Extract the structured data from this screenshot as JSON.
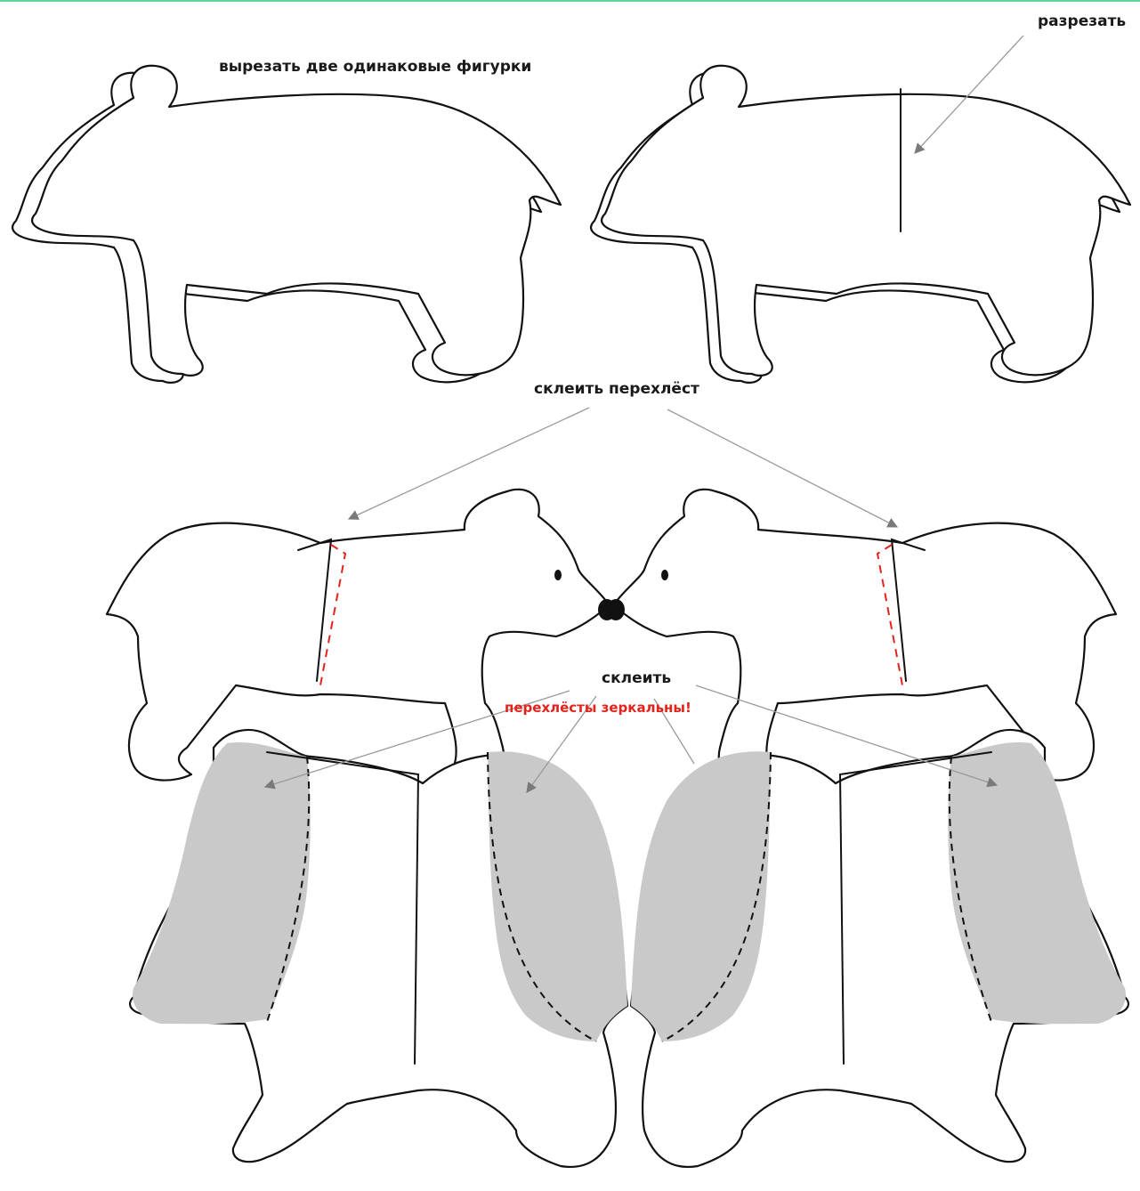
{
  "labels": {
    "cut_two": "вырезать две одинаковые фигурки",
    "cut": "разрезать",
    "glue_overlap": "склеить перехлёст",
    "mirror_note": "перехлёсты зеркальны!",
    "glue": "склеить"
  },
  "colors": {
    "accent_rule": "#5fd39a",
    "warning_text": "#e3231b",
    "dashed_overlap": "#e3231b",
    "glue_area": "#c9c9c9",
    "arrow": "#9a9a9a"
  }
}
